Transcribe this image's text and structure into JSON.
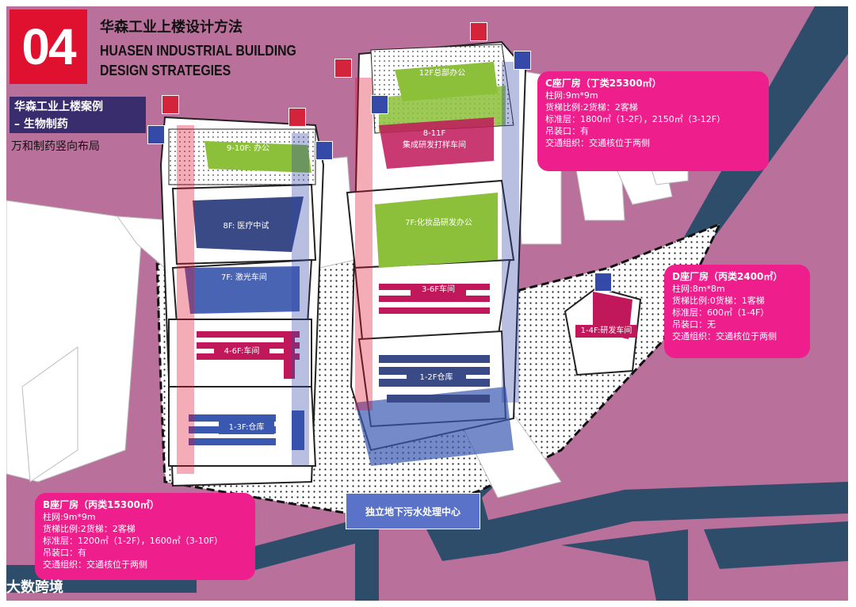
{
  "header": {
    "number": "04",
    "title_cn": "华森工业上楼设计方法",
    "title_en_line1": "HUASEN INDUSTRIAL BUILDING",
    "title_en_line2": "DESIGN STRATEGIES"
  },
  "case": {
    "line1": "华森工业上楼案例",
    "line2": "– 生物制药",
    "subtitle": "万和制药竖向布局"
  },
  "buildings": {
    "b": {
      "floors": [
        "9-10F: 办公",
        "8F: 医疗中试",
        "7F: 激光车间",
        "4-6F:车间",
        "1-3F:仓库"
      ],
      "callout": {
        "title": "B座厂房（丙类15300㎡）",
        "grid": "柱网:9m*9m",
        "elevators": "货梯比例:2货梯：2客梯",
        "floor_area": "标准层：1200㎡（1-2F），1600㎡（3-10F）",
        "hoist": "吊装口：有",
        "traffic": "交通组织：交通核位于两侧"
      }
    },
    "c": {
      "floors": [
        "12F总部办公",
        "8-11F",
        "集成研发打样车间",
        "7F:化妆品研发办公",
        "3-6F车间",
        "1-2F仓库"
      ],
      "callout": {
        "title": "C座厂房（丁类25300㎡）",
        "grid": "柱网:9m*9m",
        "elevators": "货梯比例:2货梯：2客梯",
        "floor_area": "标准层：1800㎡（1-2F），2150㎡（3-12F）",
        "hoist": "吊装口：有",
        "traffic": "交通组织：交通核位于两侧"
      }
    },
    "d": {
      "floors": [
        "1-4F:研发车间"
      ],
      "callout": {
        "title": "D座厂房（丙类2400㎡）",
        "grid": "柱网:8m*8m",
        "elevators": "货梯比例:0货梯：1客梯",
        "floor_area": "标准层：600㎡（1-4F）",
        "hoist": "吊装口：无",
        "traffic": "交通组织：交通核位于两侧"
      }
    }
  },
  "wastewater": "独立地下污水处理中心",
  "watermark": "大数跨境",
  "colors": {
    "background": "#b9709a",
    "road": "#2e4d6b",
    "accent_red": "#e0102f",
    "callout": "#ee1f8c",
    "office_green": "#8cbf3a",
    "lab_navy": "#3a4a86",
    "workshop_magenta": "#c0185a",
    "storage_blue": "#3a58b0"
  },
  "icons": [
    "elevator-icon",
    "freight-lift-icon"
  ]
}
